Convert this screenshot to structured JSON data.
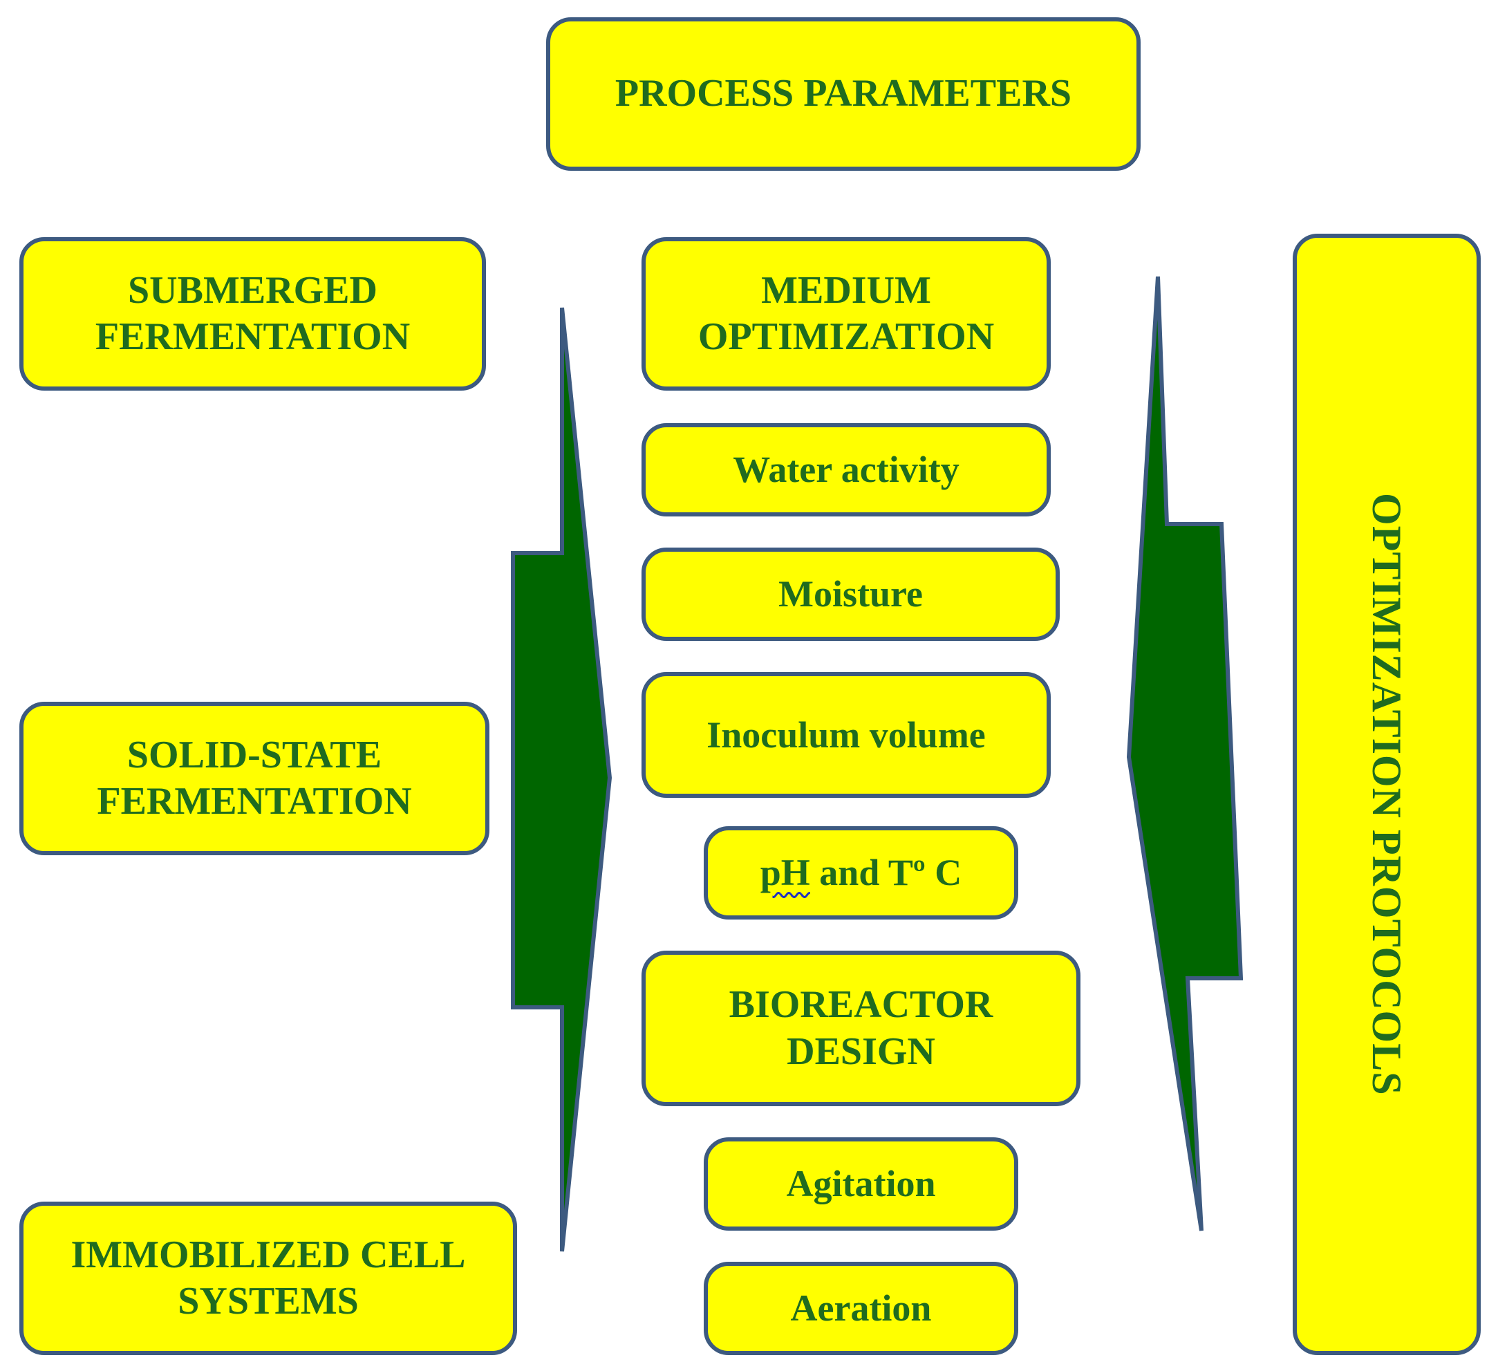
{
  "header": {
    "title": "PROCESS PARAMETERS"
  },
  "left": {
    "submerged": [
      "SUBMERGED",
      "FERMENTATION"
    ],
    "solid_state": [
      "SOLID-STATE",
      "FERMENTATION"
    ],
    "immobilized": [
      "IMMOBILIZED CELL",
      "SYSTEMS"
    ]
  },
  "center": {
    "medium": [
      "MEDIUM",
      "OPTIMIZATION"
    ],
    "water_activity": "Water activity",
    "moisture": "Moisture",
    "inoculum": "Inoculum volume",
    "ph_prefix": "pH",
    "ph_suffix": " and Tº C",
    "bioreactor": [
      "BIOREACTOR",
      "DESIGN"
    ],
    "agitation": "Agitation",
    "aeration": "Aeration"
  },
  "right": {
    "protocols": "OPTIMIZATION PROTOCOLS"
  },
  "colors": {
    "box_fill": "#ffff00",
    "box_border": "#3d5a80",
    "text": "#1f6b1f",
    "arrow_fill": "#006600"
  }
}
